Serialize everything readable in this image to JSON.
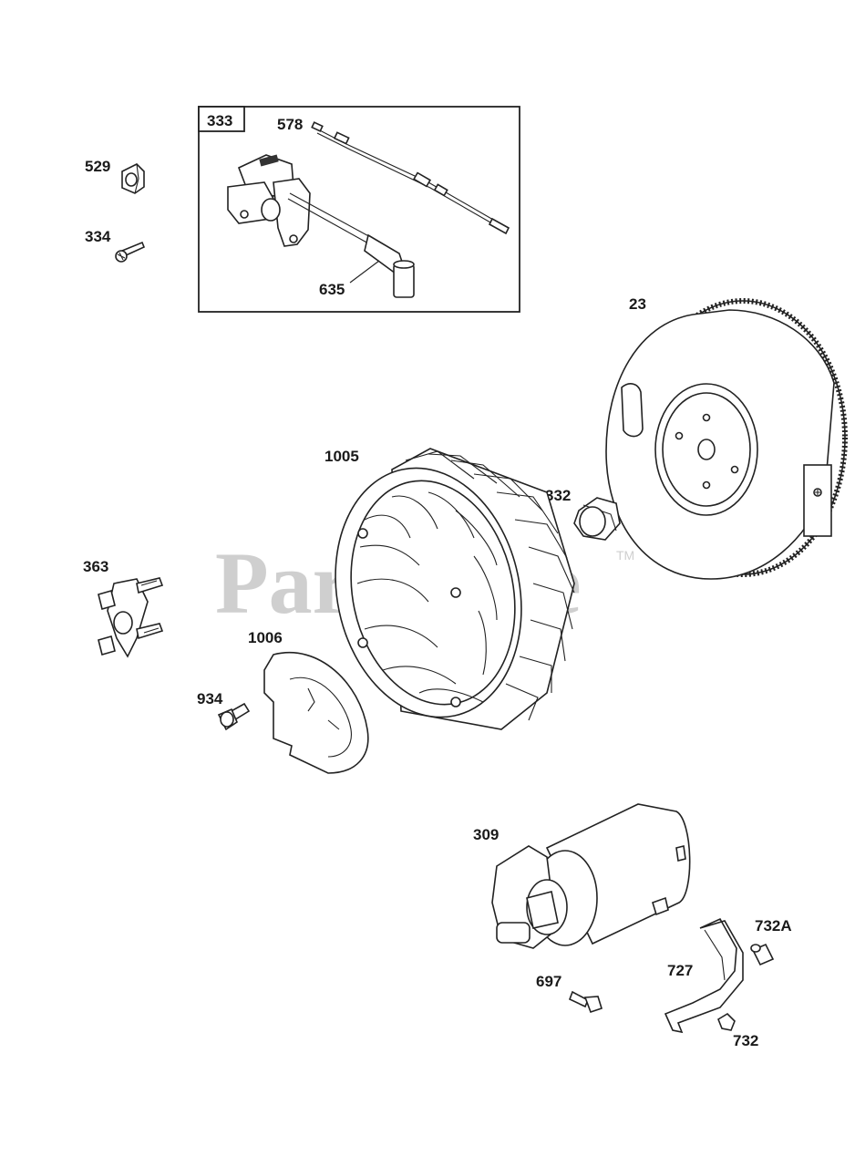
{
  "watermark": {
    "text": "PartsTree",
    "trademark": "TM"
  },
  "parts": {
    "p333": "333",
    "p578": "578",
    "p635": "635",
    "p529": "529",
    "p334": "334",
    "p23": "23",
    "p1005": "1005",
    "p332": "332",
    "p363": "363",
    "p1006": "1006",
    "p934": "934",
    "p309": "309",
    "p732A": "732A",
    "p727": "727",
    "p697": "697",
    "p732": "732"
  }
}
